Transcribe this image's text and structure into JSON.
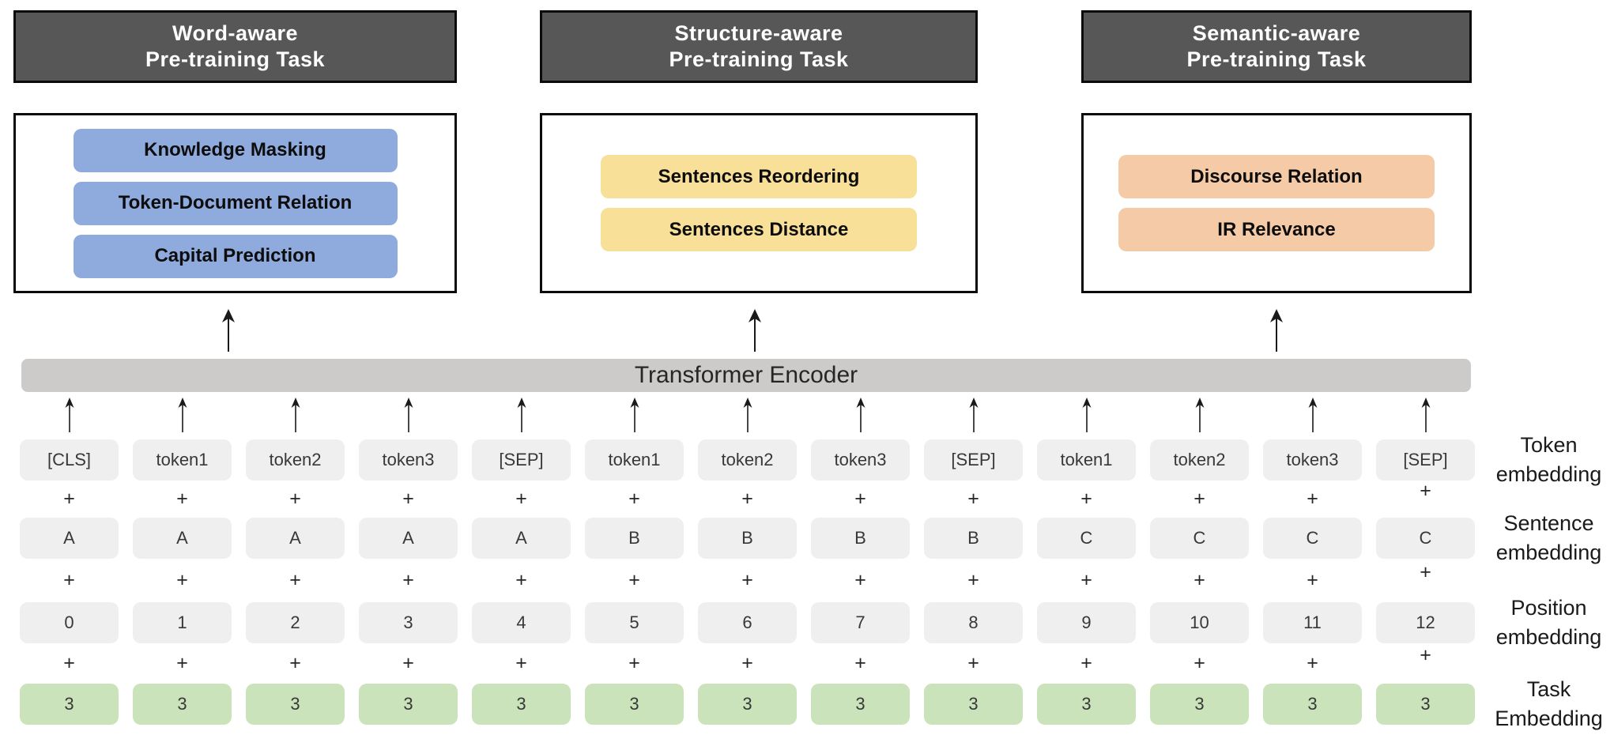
{
  "colors": {
    "header_bg": "#575757",
    "header_border": "#0b0b0b",
    "box_border": "#0b0b0b",
    "word_task_bg": "#8FAADC",
    "structure_task_bg": "#F8E098",
    "semantic_task_bg": "#F5CBA7",
    "encoder_bar_bg": "#CDCACA",
    "cell_bg": "#F0EFEF",
    "task_cell_bg": "#CBE3BA",
    "arrow_color": "#1a1a1a"
  },
  "sections": [
    {
      "id": "word",
      "title_line1": "Word-aware",
      "title_line2": "Pre-training Task",
      "tasks": [
        "Knowledge Masking",
        "Token-Document Relation",
        "Capital Prediction"
      ]
    },
    {
      "id": "structure",
      "title_line1": "Structure-aware",
      "title_line2": "Pre-training Task",
      "tasks": [
        "Sentences Reordering",
        "Sentences Distance"
      ]
    },
    {
      "id": "semantic",
      "title_line1": "Semantic-aware",
      "title_line2": "Pre-training Task",
      "tasks": [
        "Discourse Relation",
        "IR Relevance"
      ]
    }
  ],
  "encoder": {
    "label": "Transformer Encoder"
  },
  "embeddings": {
    "plus": "+",
    "columns": 13,
    "rows": [
      {
        "name": "token",
        "label_line1": "Token",
        "label_line2": "embedding",
        "cells": [
          "[CLS]",
          "token1",
          "token2",
          "token3",
          "[SEP]",
          "token1",
          "token2",
          "token3",
          "[SEP]",
          "token1",
          "token2",
          "token3",
          "[SEP]"
        ]
      },
      {
        "name": "sentence",
        "label_line1": "Sentence",
        "label_line2": "embedding",
        "cells": [
          "A",
          "A",
          "A",
          "A",
          "A",
          "B",
          "B",
          "B",
          "B",
          "C",
          "C",
          "C",
          "C"
        ]
      },
      {
        "name": "position",
        "label_line1": "Position",
        "label_line2": "embedding",
        "cells": [
          "0",
          "1",
          "2",
          "3",
          "4",
          "5",
          "6",
          "7",
          "8",
          "9",
          "10",
          "11",
          "12"
        ]
      },
      {
        "name": "task",
        "label_line1": "Task",
        "label_line2": "Embedding",
        "cells": [
          "3",
          "3",
          "3",
          "3",
          "3",
          "3",
          "3",
          "3",
          "3",
          "3",
          "3",
          "3",
          "3"
        ]
      }
    ]
  }
}
